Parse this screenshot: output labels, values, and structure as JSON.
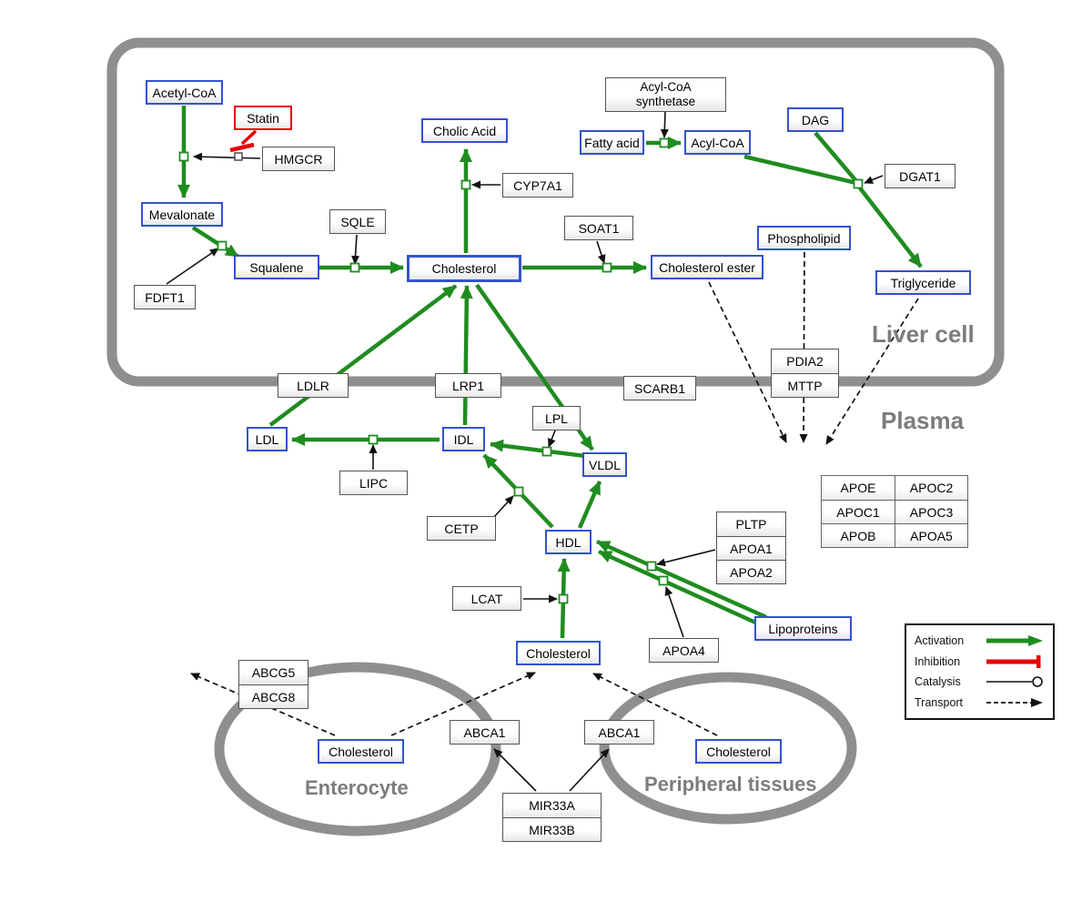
{
  "regions": {
    "liver_cell": "Liver cell",
    "plasma": "Plasma",
    "enterocyte": "Enterocyte",
    "peripheral": "Peripheral tissues"
  },
  "nodes": {
    "acetyl_coa": "Acetyl-CoA",
    "statin": "Statin",
    "hmgcr": "HMGCR",
    "mevalonate": "Mevalonate",
    "fdft1": "FDFT1",
    "squalene": "Squalene",
    "sqle": "SQLE",
    "cholic_acid": "Cholic Acid",
    "cyp7a1": "CYP7A1",
    "cholesterol_liver": "Cholesterol",
    "soat1": "SOAT1",
    "cholesterol_ester": "Cholesterol ester",
    "fatty_acid": "Fatty acid",
    "acyl_coa_synthetase": "Acyl-CoA synthetase",
    "acyl_coa": "Acyl-CoA",
    "dag": "DAG",
    "dgat1": "DGAT1",
    "phospholipid": "Phospholipid",
    "triglyceride": "Triglyceride",
    "pdia2": "PDIA2",
    "mttp": "MTTP",
    "scarb1": "SCARB1",
    "ldlr": "LDLR",
    "lrp1": "LRP1",
    "ldl": "LDL",
    "idl": "IDL",
    "lpl": "LPL",
    "vldl": "VLDL",
    "lipc": "LIPC",
    "cetp": "CETP",
    "hdl": "HDL",
    "lcat": "LCAT",
    "pltp": "PLTP",
    "apoa1": "APOA1",
    "apoa2": "APOA2",
    "apoa4": "APOA4",
    "lipoproteins": "Lipoproteins",
    "apoe": "APOE",
    "apoc2": "APOC2",
    "apoc1": "APOC1",
    "apoc3": "APOC3",
    "apob": "APOB",
    "apoa5": "APOA5",
    "cholesterol_plasma": "Cholesterol",
    "abcg5": "ABCG5",
    "abcg8": "ABCG8",
    "cholesterol_enterocyte": "Cholesterol",
    "abca1_enterocyte": "ABCA1",
    "abca1_peripheral": "ABCA1",
    "cholesterol_peripheral": "Cholesterol",
    "mir33a": "MIR33A",
    "mir33b": "MIR33B"
  },
  "legend": {
    "activation": "Activation",
    "inhibition": "Inhibition",
    "catalysis": "Catalysis",
    "transport": "Transport"
  },
  "colors": {
    "activation_green": "#1f8c1f",
    "inhibition_red": "#e60000",
    "metabolite_border_blue": "#3353cc",
    "membrane_gray": "#8f8f8f",
    "catalysis_black": "#111111"
  },
  "edges": [
    {
      "from": "Acetyl-CoA",
      "to": "Mevalonate",
      "type": "activation",
      "catalyst": "HMGCR",
      "inhibitor": "Statin"
    },
    {
      "from": "Mevalonate",
      "to": "Squalene",
      "type": "activation",
      "catalyst": "FDFT1"
    },
    {
      "from": "Squalene",
      "to": "Cholesterol",
      "type": "activation",
      "catalyst": "SQLE"
    },
    {
      "from": "Cholesterol",
      "to": "Cholic Acid",
      "type": "activation",
      "catalyst": "CYP7A1"
    },
    {
      "from": "Cholesterol",
      "to": "Cholesterol ester",
      "type": "activation",
      "catalyst": "SOAT1"
    },
    {
      "from": "Fatty acid",
      "to": "Acyl-CoA",
      "type": "activation",
      "catalyst": "Acyl-CoA synthetase"
    },
    {
      "from": "Acyl-CoA + DAG",
      "to": "Triglyceride",
      "type": "activation",
      "catalyst": "DGAT1"
    },
    {
      "from": "LDL",
      "to": "Cholesterol (liver)",
      "type": "activation",
      "via": "LDLR"
    },
    {
      "from": "IDL",
      "to": "Cholesterol (liver)",
      "type": "activation",
      "via": "LRP1"
    },
    {
      "from": "Cholesterol (liver)",
      "to": "VLDL",
      "type": "activation"
    },
    {
      "from": "VLDL",
      "to": "IDL",
      "type": "activation",
      "catalyst": "LPL"
    },
    {
      "from": "IDL",
      "to": "LDL",
      "type": "activation",
      "catalyst": "LIPC"
    },
    {
      "from": "HDL",
      "to": "IDL",
      "type": "activation",
      "catalyst": "CETP"
    },
    {
      "from": "HDL",
      "to": "VLDL",
      "type": "activation"
    },
    {
      "from": "Cholesterol (plasma)",
      "to": "HDL",
      "type": "activation",
      "catalyst": "LCAT"
    },
    {
      "from": "Lipoproteins",
      "to": "HDL",
      "type": "activation",
      "catalyst": "PLTP, APOA1, APOA2"
    },
    {
      "from": "Lipoproteins",
      "to": "HDL",
      "type": "activation",
      "catalyst": "APOA4"
    },
    {
      "from": "Cholesterol ester",
      "to": "Plasma",
      "type": "transport"
    },
    {
      "from": "Phospholipid",
      "to": "Plasma",
      "type": "transport",
      "via": "PDIA2/MTTP"
    },
    {
      "from": "Triglyceride",
      "to": "Plasma",
      "type": "transport"
    },
    {
      "from": "Cholesterol (enterocyte)",
      "to": "out of cell",
      "type": "transport",
      "via": "ABCG5/ABCG8"
    },
    {
      "from": "Cholesterol (enterocyte)",
      "to": "Cholesterol (plasma)",
      "type": "transport",
      "via": "ABCA1"
    },
    {
      "from": "Cholesterol (peripheral)",
      "to": "Cholesterol (plasma)",
      "type": "transport",
      "via": "ABCA1"
    },
    {
      "from": "MIR33A/MIR33B",
      "to": "ABCA1 (enterocyte)",
      "type": "regulation"
    },
    {
      "from": "MIR33A/MIR33B",
      "to": "ABCA1 (peripheral tissues)",
      "type": "regulation"
    }
  ]
}
